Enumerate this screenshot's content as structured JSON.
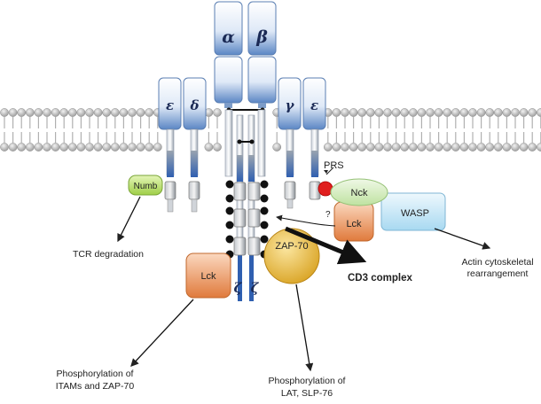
{
  "chains": {
    "alpha": "α",
    "beta": "β",
    "epsilon_left": "ε",
    "delta": "δ",
    "gamma": "γ",
    "epsilon_right": "ε",
    "zeta_left": "ζ",
    "zeta_right": "ζ"
  },
  "proteins": {
    "numb": "Numb",
    "lck_right": "Lck",
    "nck": "Nck",
    "wasp": "WASP",
    "lck_left": "Lck",
    "zap70": "ZAP-70"
  },
  "labels": {
    "prs": "PRS",
    "question": "?",
    "cd3_complex": "CD3 complex",
    "tcr_degradation": "TCR degradation",
    "actin_line1": "Actin cytoskeletal",
    "actin_line2": "rearrangement",
    "itam_line1": "Phosphorylation of",
    "itam_line2": "ITAMs and ZAP-70",
    "lat_line1": "Phosphorylation of",
    "lat_line2": "LAT, SLP-76"
  },
  "colors": {
    "receptor_blue": "#5b86c4",
    "membrane_gray": "#b8b8b8",
    "numb_green": "#b7dd6a",
    "lck_orange": "#e9874e",
    "nck_green": "#cde9b4",
    "wasp_blue": "#bfe3f5",
    "zap70_gold": "#e3b12e",
    "prs_red": "#e01e1e"
  }
}
